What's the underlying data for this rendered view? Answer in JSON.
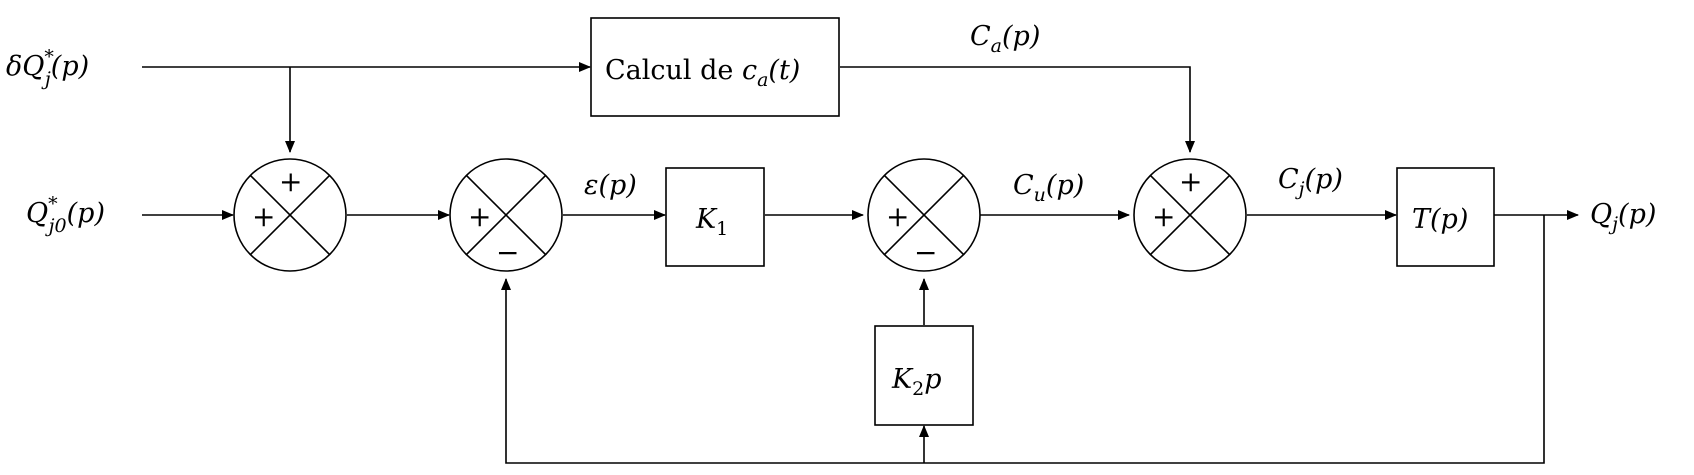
{
  "signals": {
    "dQj": {
      "main": "δQ",
      "sup": "*",
      "sub": "j",
      "arg": "(p)"
    },
    "Qj0": {
      "main": "Q",
      "sup": "*",
      "sub": "j0",
      "arg": "(p)"
    },
    "Ca": {
      "main": "C",
      "sub": "a",
      "arg": "(p)"
    },
    "eps": {
      "main": "ε(p)"
    },
    "Cu": {
      "main": "C",
      "sub": "u",
      "arg": "(p)"
    },
    "Cj": {
      "main": "C",
      "sub": "j",
      "arg": "(p)"
    },
    "Qj": {
      "main": "Q",
      "sub": "j",
      "arg": "(p)"
    }
  },
  "blocks": {
    "calc": {
      "text": "Calcul de ",
      "var": "c",
      "sub": "a",
      "arg": "(t)"
    },
    "K1": {
      "main": "K",
      "sub": "1"
    },
    "K2p": {
      "main": "K",
      "sub": "2",
      "suffix": "p"
    },
    "T": {
      "main": "T(p)"
    }
  },
  "signs": {
    "s1": {
      "top": "+",
      "left": "+"
    },
    "s2": {
      "left": "+",
      "bottom": "−"
    },
    "s3": {
      "left": "+",
      "bottom": "−"
    },
    "s4": {
      "top": "+",
      "left": "+"
    }
  }
}
